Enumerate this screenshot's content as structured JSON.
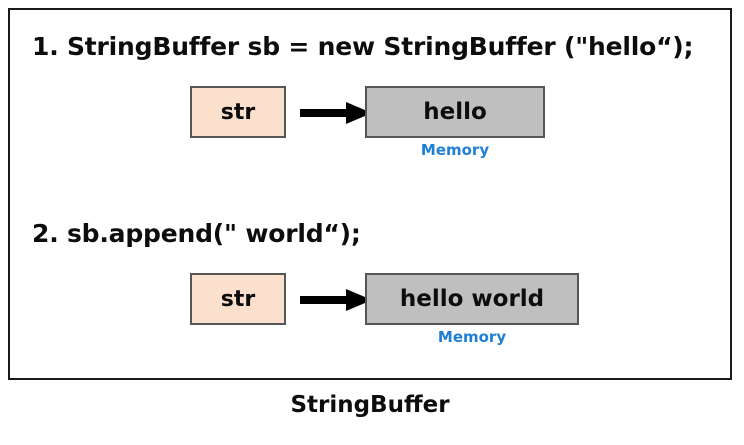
{
  "diagram": {
    "caption": "StringBuffer",
    "colors": {
      "variable_box_fill": "#FBE0CE",
      "memory_box_fill": "#BFBFBF",
      "box_border": "#565656",
      "frame_border": "#1A1A1A",
      "memory_label": "#1F7FD4",
      "text": "#0D0D0D",
      "arrow": "#000000"
    },
    "steps": [
      {
        "index": "1.",
        "code": "1. StringBuffer sb = new StringBuffer (\"hello“);",
        "variable_label": "str",
        "memory_value": "hello",
        "memory_label": "Memory"
      },
      {
        "index": "2.",
        "code": "2. sb.append(\" world“);",
        "variable_label": "str",
        "memory_value": "hello world",
        "memory_label": "Memory"
      }
    ]
  }
}
